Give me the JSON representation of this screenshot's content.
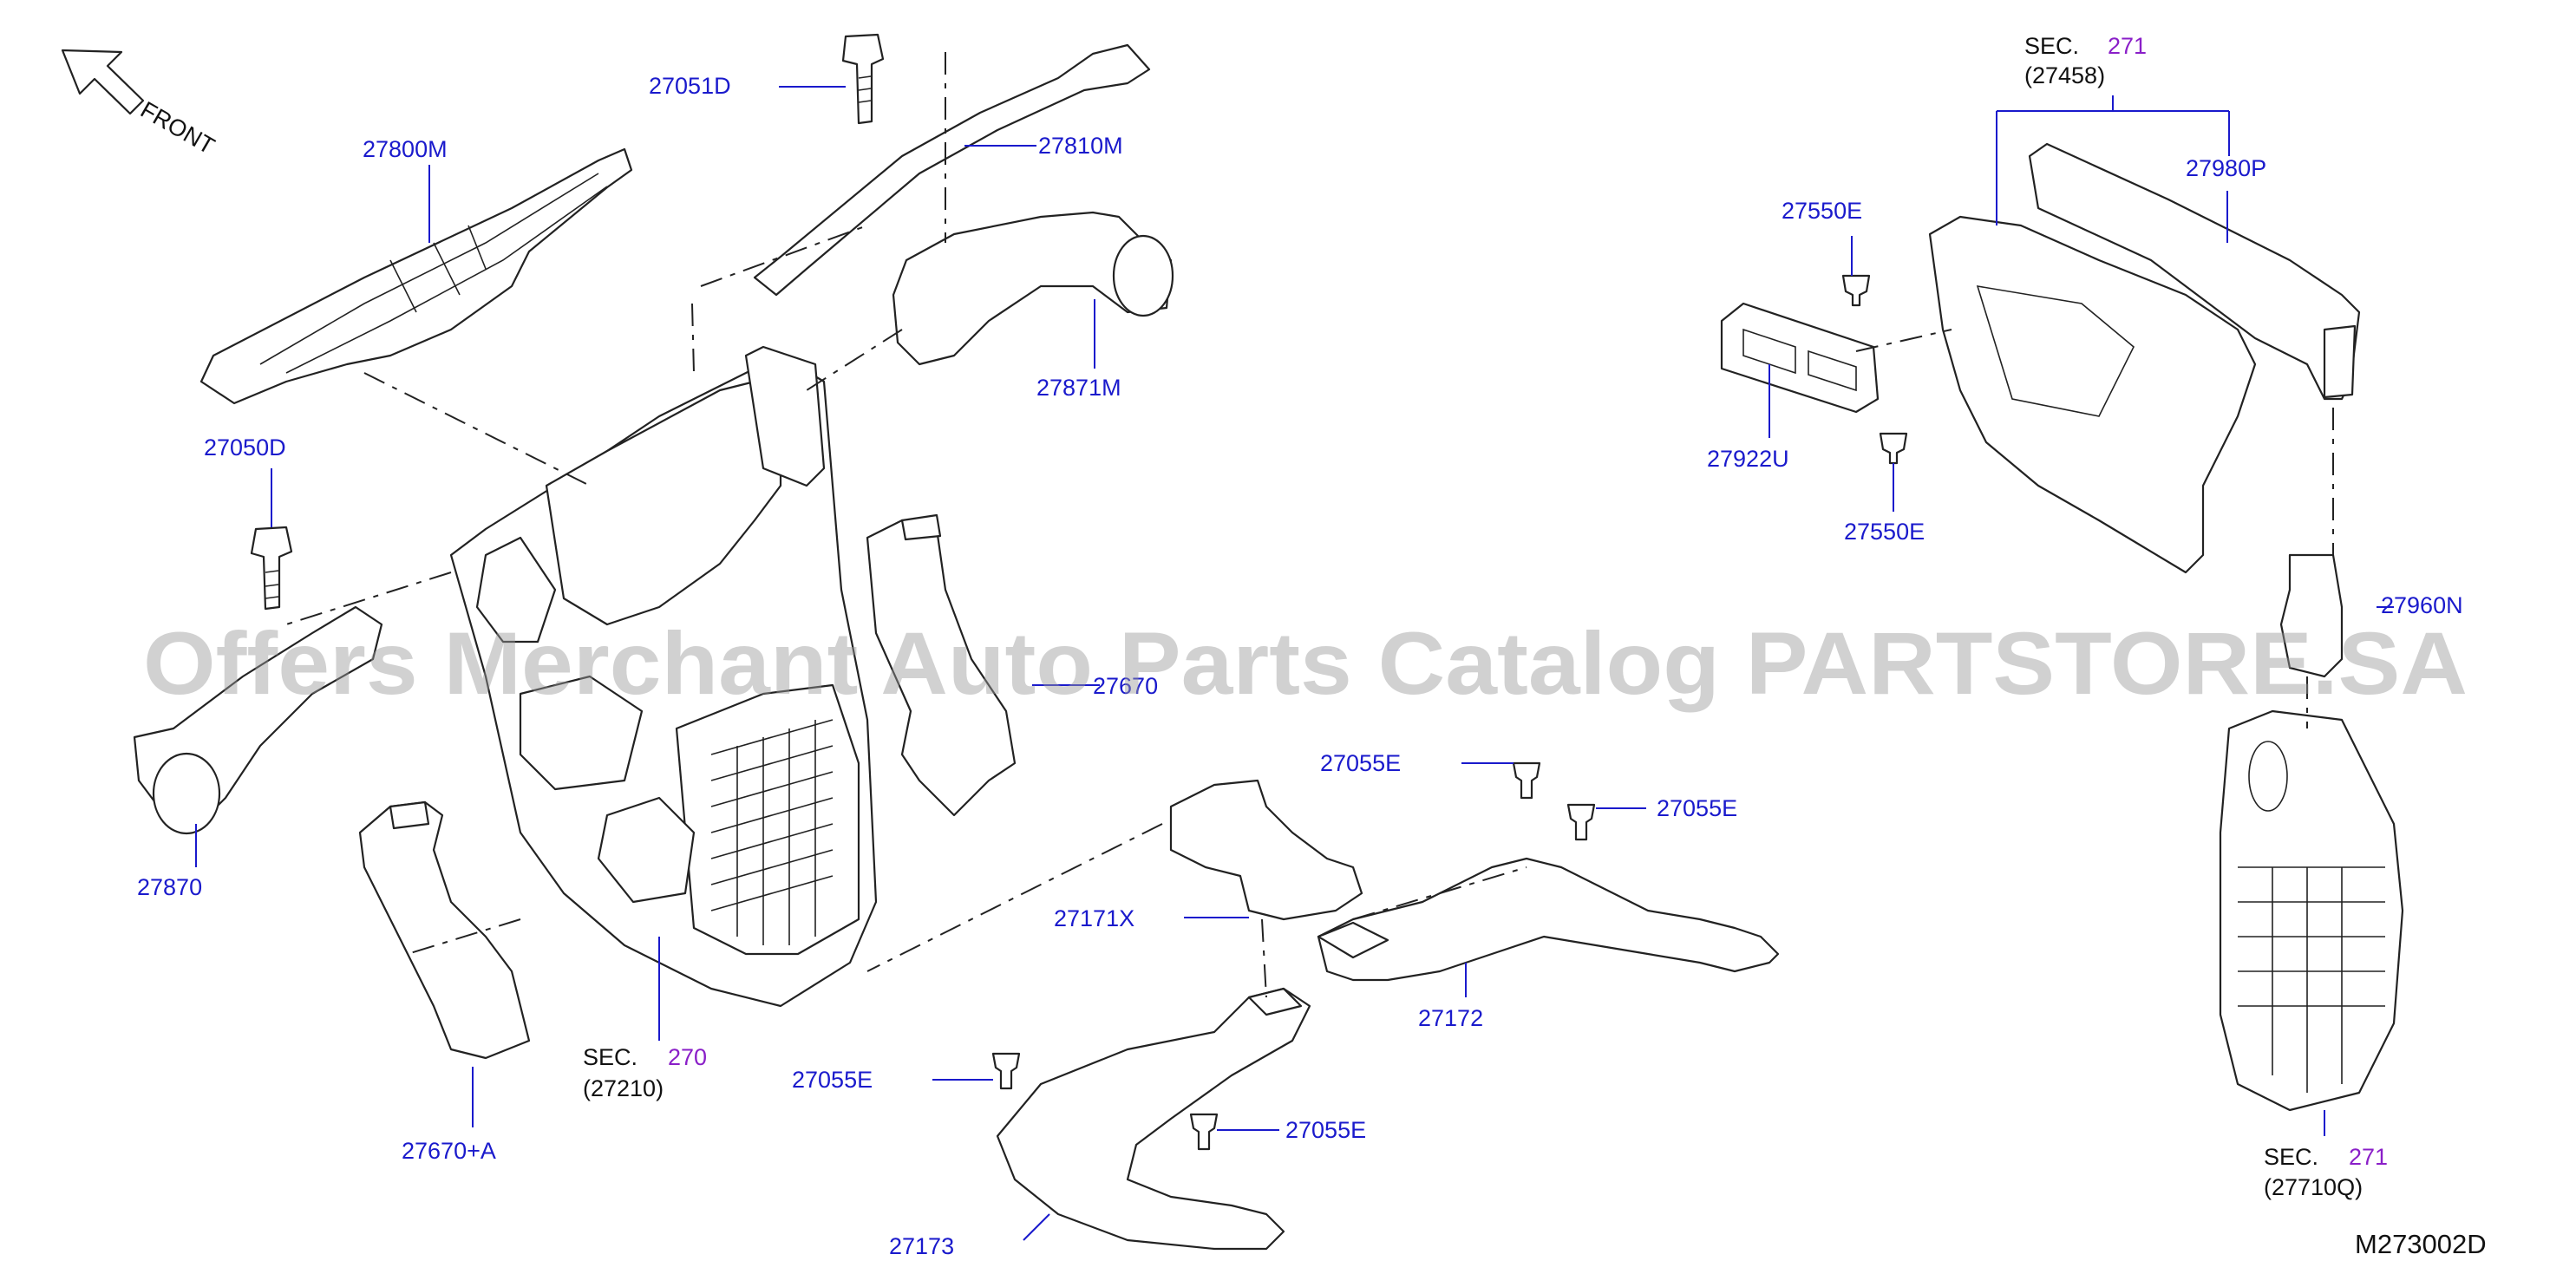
{
  "diagram": {
    "front_label": "FRONT",
    "watermark": "Offers Merchant Auto Parts Catalog PARTSTORE.SA",
    "drawing_code": "M273002D",
    "part_labels": {
      "p27051D": "27051D",
      "p27810M": "27810M",
      "p27800M": "27800M",
      "p27871M": "27871M",
      "p27050D": "27050D",
      "p27670": "27670",
      "p27870": "27870",
      "p27670A": "27670+A",
      "p27055E_1": "27055E",
      "p27055E_2": "27055E",
      "p27055E_3": "27055E",
      "p27055E_4": "27055E",
      "p27171X": "27171X",
      "p27172": "27172",
      "p27173": "27173",
      "p27550E_1": "27550E",
      "p27550E_2": "27550E",
      "p27980P": "27980P",
      "p27922U": "27922U",
      "p27960N": "27960N"
    },
    "section_refs": {
      "sec270": {
        "prefix": "SEC.",
        "number": "270",
        "part": "(27210)"
      },
      "sec271_top": {
        "prefix": "SEC.",
        "number": "271",
        "part": "(27458)"
      },
      "sec271_bottom": {
        "prefix": "SEC.",
        "number": "271",
        "part": "(27710Q)"
      }
    },
    "colors": {
      "part_number": "#1a1acc",
      "section_number": "#8a1fc8",
      "linework": "#222222",
      "watermark": "#9a9a9a"
    }
  }
}
